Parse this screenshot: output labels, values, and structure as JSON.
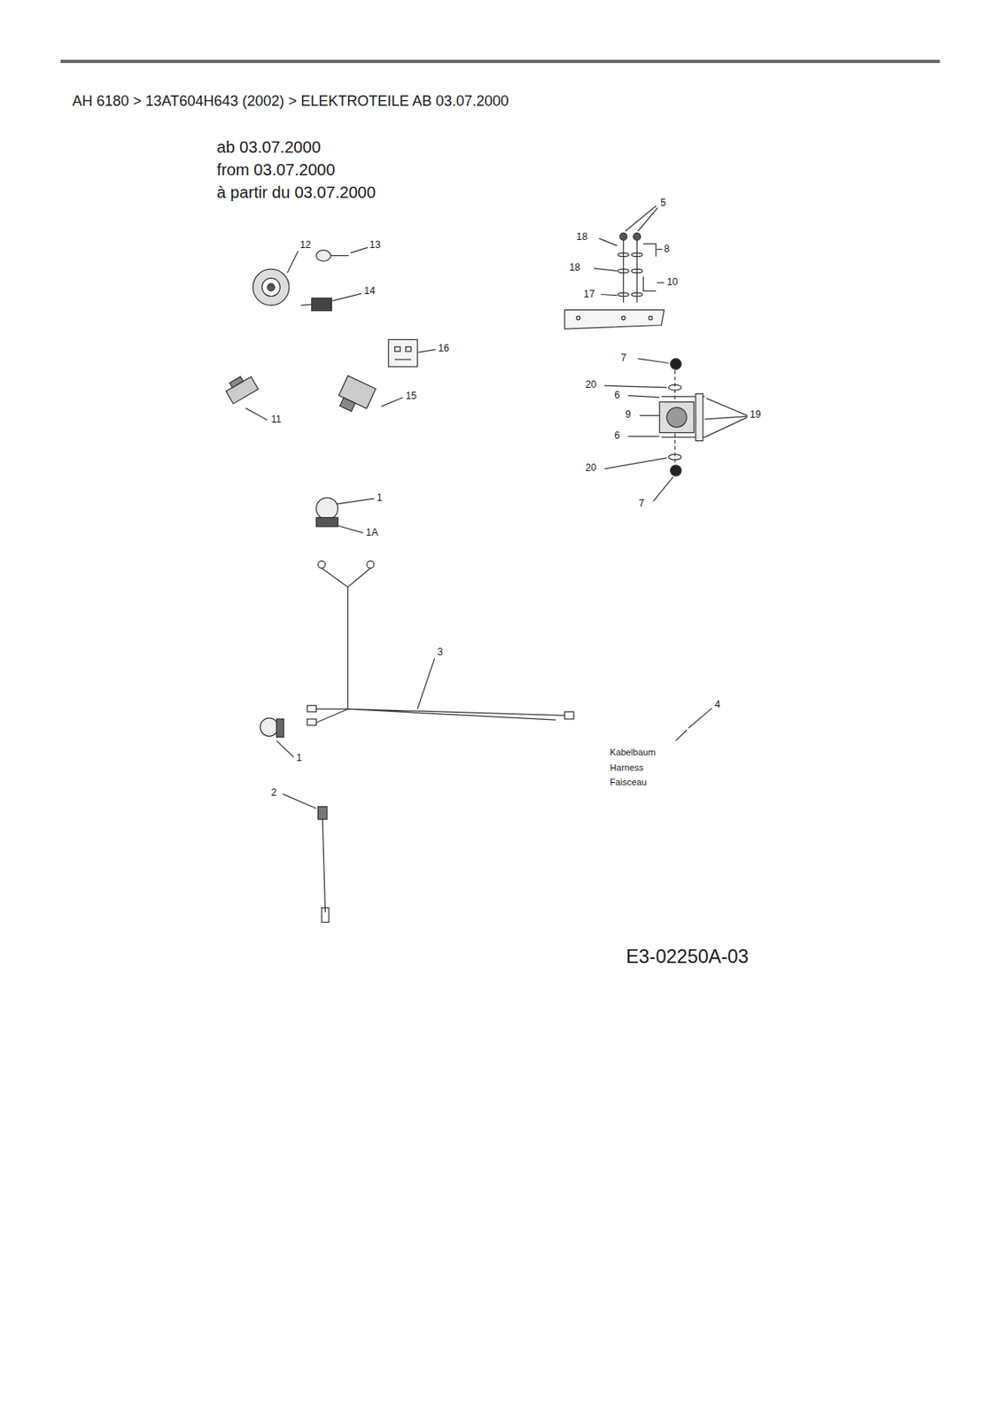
{
  "diagram": {
    "title": "AH 6180  >  13AT604H643 (2002)  >  ELEKTROTEILE AB 03.07.2000",
    "labels": [
      "ab 03.07.2000",
      "from 03.07.2000",
      "à partir du 03.07.2000",
      "5",
      "18",
      "12",
      "13",
      "8",
      "18",
      "10",
      "17",
      "14",
      "16",
      "7",
      "20",
      "6",
      "15",
      "9",
      "19",
      "11",
      "6",
      "20",
      "1",
      "7",
      "1A",
      "3",
      "4",
      "Kabelbaum",
      "Harness",
      "Faisceau",
      "1",
      "2",
      "E3-02250A-03"
    ]
  }
}
